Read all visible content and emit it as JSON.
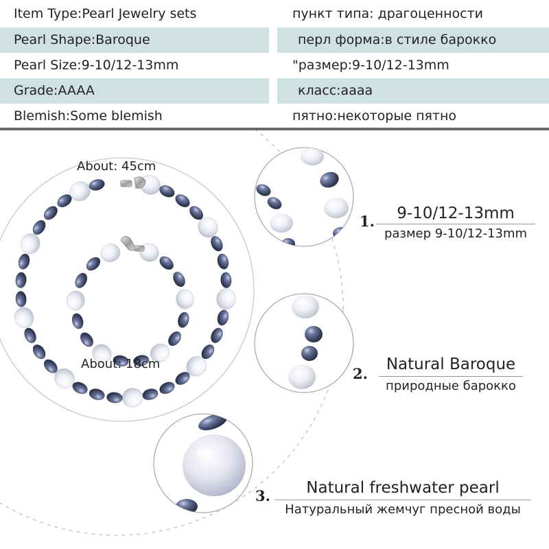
{
  "specs": {
    "rows": [
      {
        "left": "Item Type:Pearl Jewelry sets",
        "right": "пункт типа: драгоценности",
        "shaded": false
      },
      {
        "left": "Pearl Shape:Baroque",
        "right": "перл форма:в стиле барокко",
        "shaded": true
      },
      {
        "left": "Pearl Size:9-10/12-13mm",
        "right": "\"размер:9-10/12-13mm",
        "shaded": false
      },
      {
        "left": "Grade:AAAA",
        "right": "класс:аааа",
        "shaded": true
      },
      {
        "left": "Blemish:Some blemish",
        "right": "пятно:некоторые пятно",
        "shaded": false
      }
    ]
  },
  "product": {
    "necklace_length": "About: 45cm",
    "bracelet_length": "About: 18cm"
  },
  "features": [
    {
      "number": "1.",
      "title": "9-10/12-13mm",
      "subtitle": "размер 9-10/12-13mm"
    },
    {
      "number": "2.",
      "title": "Natural Baroque",
      "subtitle": "природные барокко"
    },
    {
      "number": "3.",
      "title": "Natural freshwater pearl",
      "subtitle": "Натуральный жемчуг пресной воды"
    }
  ],
  "colors": {
    "row_shade": "#cfe1e0",
    "pearl_dark": "#4e5a7a",
    "pearl_light": "#eef0f6"
  }
}
